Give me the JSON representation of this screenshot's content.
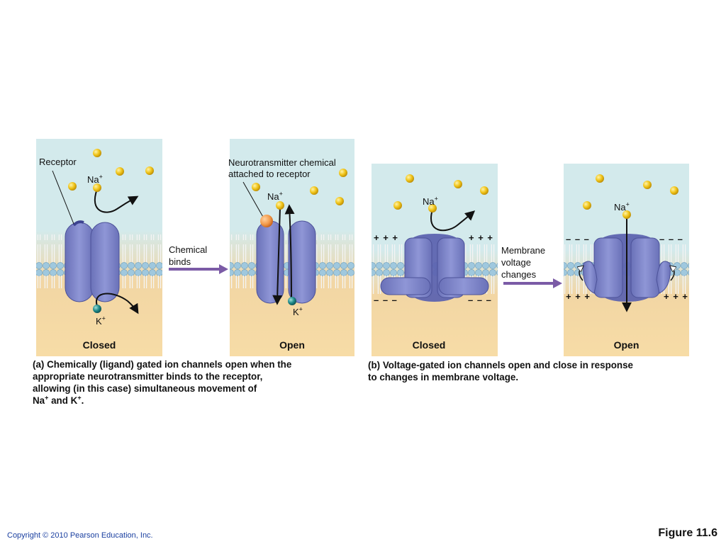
{
  "panels": {
    "a_closed": {
      "status": "Closed",
      "receptor_label": "Receptor",
      "na_label": "Na",
      "k_label": "K",
      "ion_charge": "+"
    },
    "a_open": {
      "status": "Open",
      "nt_label_line1": "Neurotransmitter chemical",
      "nt_label_line2": "attached to receptor",
      "na_label": "Na",
      "k_label": "K",
      "ion_charge": "+"
    },
    "b_closed": {
      "status": "Closed",
      "na_label": "Na",
      "ion_charge": "+",
      "top_signs": "+ + +",
      "bottom_signs": "– – –"
    },
    "b_open": {
      "status": "Open",
      "na_label": "Na",
      "ion_charge": "+",
      "top_signs": "– – –",
      "bottom_signs": "+ + +"
    }
  },
  "transitions": {
    "chemical_line1": "Chemical",
    "chemical_line2": "binds",
    "voltage_line1": "Membrane",
    "voltage_line2": "voltage",
    "voltage_line3": "changes"
  },
  "captions": {
    "a_line1": "(a) Chemically (ligand) gated ion channels open when the",
    "a_line2": "appropriate neurotransmitter binds to the receptor,",
    "a_line3": "allowing (in this case) simultaneous movement of",
    "a_line4_na": "Na",
    "a_line4_and": " and K",
    "a_line4_end": ".",
    "b_line1": "(b) Voltage-gated ion channels open and close in response",
    "b_line2": "to changes in membrane voltage."
  },
  "footer": {
    "copyright": "Copyright © 2010 Pearson Education, Inc.",
    "figure_number": "Figure 11.6"
  },
  "colors": {
    "extracellular": "#cfe6e8",
    "intracellular": "#f6d9a0",
    "protein": "#7d84c8",
    "sodium_ion": "#f0c419",
    "potassium_ion": "#1f8a8a",
    "neurotransmitter": "#f39a4a",
    "transition_arrow": "#7b5ba6"
  }
}
